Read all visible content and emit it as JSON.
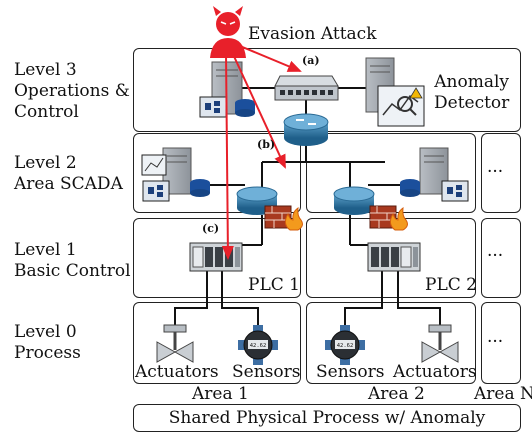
{
  "levels": {
    "level3": [
      "Level 3",
      "Operations &",
      "Control"
    ],
    "level2": [
      "Level 2",
      "Area SCADA"
    ],
    "level1": [
      "Level 1",
      "Basic Control"
    ],
    "level0": [
      "Level 0",
      "Process"
    ]
  },
  "attack": {
    "label": "Evasion Attack",
    "tags": [
      "(a)",
      "(b)",
      "(c)"
    ]
  },
  "anomaly_detector": [
    "Anomaly",
    "Detector"
  ],
  "plc": [
    "PLC 1",
    "PLC 2"
  ],
  "devices": {
    "actuators": "Actuators",
    "sensors": "Sensors"
  },
  "areas": [
    "Area 1",
    "Area 2",
    "Area N"
  ],
  "ellipsis": "···",
  "shared_process": "Shared Physical Process w/ Anomaly",
  "gauge_reading": "42.62",
  "colors": {
    "attack": "#e8202a",
    "router": "#2f78a6",
    "plc_panel": "#cfd4d8",
    "wire": "#111111",
    "firewall": "#a8391f"
  }
}
